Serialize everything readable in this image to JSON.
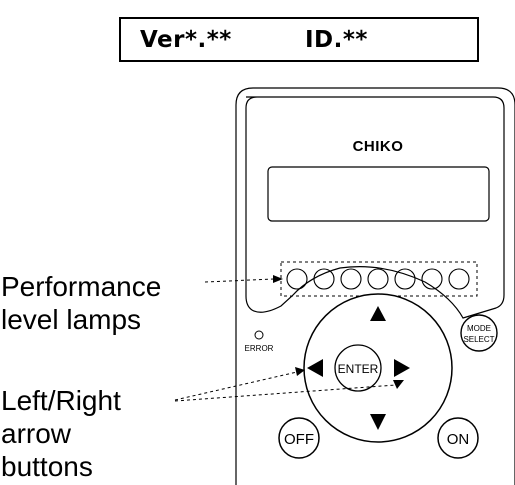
{
  "display": {
    "version_text": "Ver*.**",
    "id_text": "ID.**"
  },
  "panel": {
    "brand": "CHIKO",
    "error_label": "ERROR",
    "enter_label": "ENTER",
    "mode_select_label_line1": "MODE",
    "mode_select_label_line2": "SELECT",
    "off_label": "OFF",
    "on_label": "ON",
    "performance_lamp_count": 7
  },
  "callouts": {
    "performance_line1": "Performance",
    "performance_line2": "level lamps",
    "arrow_line1": "Left/Right",
    "arrow_line2": "arrow",
    "arrow_line3": "buttons"
  }
}
